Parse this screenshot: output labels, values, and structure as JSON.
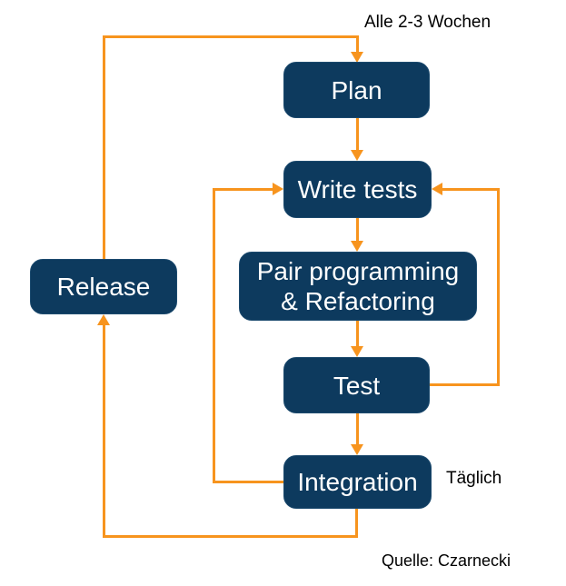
{
  "diagram": {
    "type": "flowchart",
    "colors": {
      "node_fill": "#0d3a5e",
      "node_text": "#ffffff",
      "arrow": "#f7941e",
      "annotation_text": "#000000",
      "background": "#ffffff"
    },
    "annotations": {
      "cycle_label": "Alle 2-3 Wochen",
      "daily_label": "Täglich",
      "source_label": "Quelle: Czarnecki"
    },
    "nodes": {
      "plan": {
        "label": "Plan"
      },
      "write_tests": {
        "label": "Write tests"
      },
      "pair_programming": {
        "line1": "Pair programming",
        "line2": "& Refactoring"
      },
      "test": {
        "label": "Test"
      },
      "integration": {
        "label": "Integration"
      },
      "release": {
        "label": "Release"
      }
    },
    "edges": [
      {
        "from": "Release",
        "to": "Plan",
        "route": "up-right-down",
        "label": "Alle 2-3 Wochen"
      },
      {
        "from": "Plan",
        "to": "Write tests",
        "route": "down"
      },
      {
        "from": "Write tests",
        "to": "Pair programming & Refactoring",
        "route": "down"
      },
      {
        "from": "Pair programming & Refactoring",
        "to": "Test",
        "route": "down"
      },
      {
        "from": "Test",
        "to": "Integration",
        "route": "down"
      },
      {
        "from": "Test",
        "to": "Write tests",
        "route": "right-up-left"
      },
      {
        "from": "Integration",
        "to": "Write tests",
        "route": "left-up-right"
      },
      {
        "from": "Integration",
        "to": "Release",
        "route": "down-left-up",
        "label": "Täglich"
      }
    ]
  }
}
